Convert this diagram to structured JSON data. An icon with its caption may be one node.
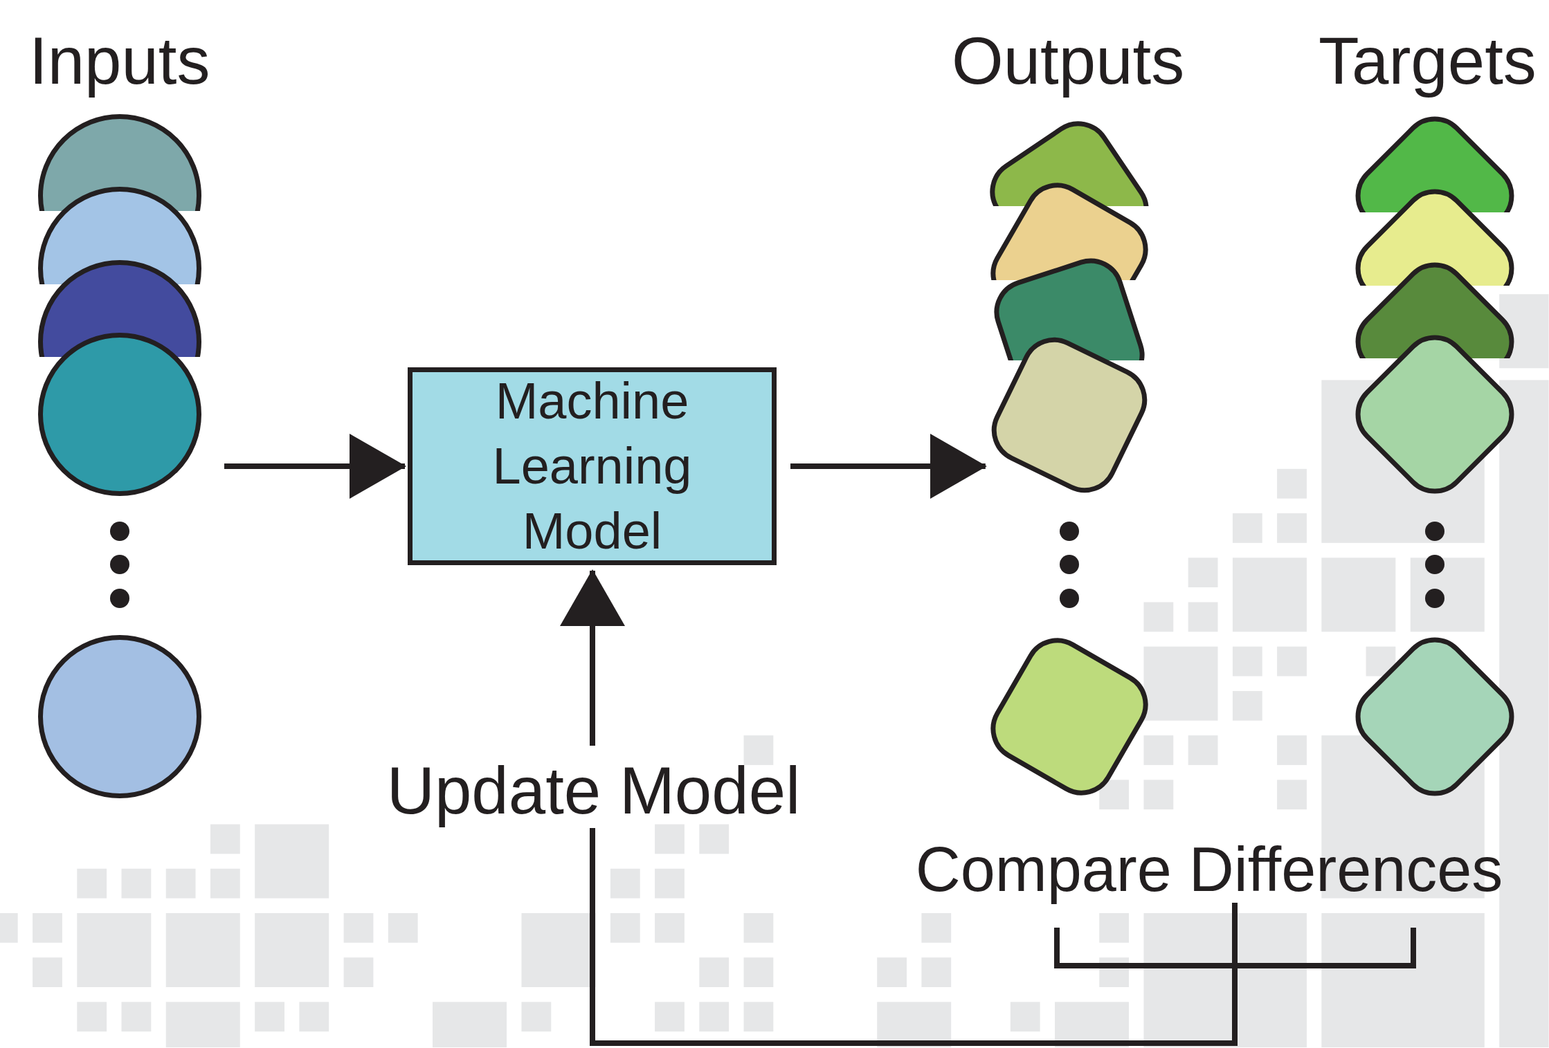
{
  "diagram": {
    "nodes": [
      {
        "text": [],
        "shape": "circle"
      },
      {
        "text": [],
        "shape": "circle"
      },
      {
        "text": [],
        "shape": "circle"
      },
      {
        "text": [],
        "shape": "circle"
      },
      {
        "text": [],
        "shape": "circle"
      },
      {
        "text": [
          "Machine Learning Model"
        ]
      },
      {
        "text": [],
        "shape": "box"
      },
      {
        "text": [],
        "shape": "box"
      },
      {
        "text": [],
        "shape": "box"
      },
      {
        "text": [],
        "shape": "box"
      },
      {
        "text": [],
        "shape": "box"
      },
      {
        "text": [],
        "shape": "diamond"
      },
      {
        "text": [],
        "shape": "diamond"
      },
      {
        "text": [],
        "shape": "diamond"
      },
      {
        "text": [],
        "shape": "diamond"
      },
      {
        "text": [],
        "shape": "diamond"
      },
      {
        "text": [
          "Update Model"
        ]
      },
      {
        "text": [
          "Compare Differences"
        ]
      }
    ],
    "edges": [
      {
        "from": null,
        "to": 5,
        "arrow": "to"
      },
      {
        "from": 5,
        "to": 9,
        "arrow": "to"
      },
      {
        "from": 16,
        "to": 5,
        "arrow": "to"
      },
      {
        "from": 17,
        "to": 16,
        "arrow": "none"
      }
    ],
    "labels": [
      "Inputs",
      "Outputs",
      "Targets"
    ]
  }
}
